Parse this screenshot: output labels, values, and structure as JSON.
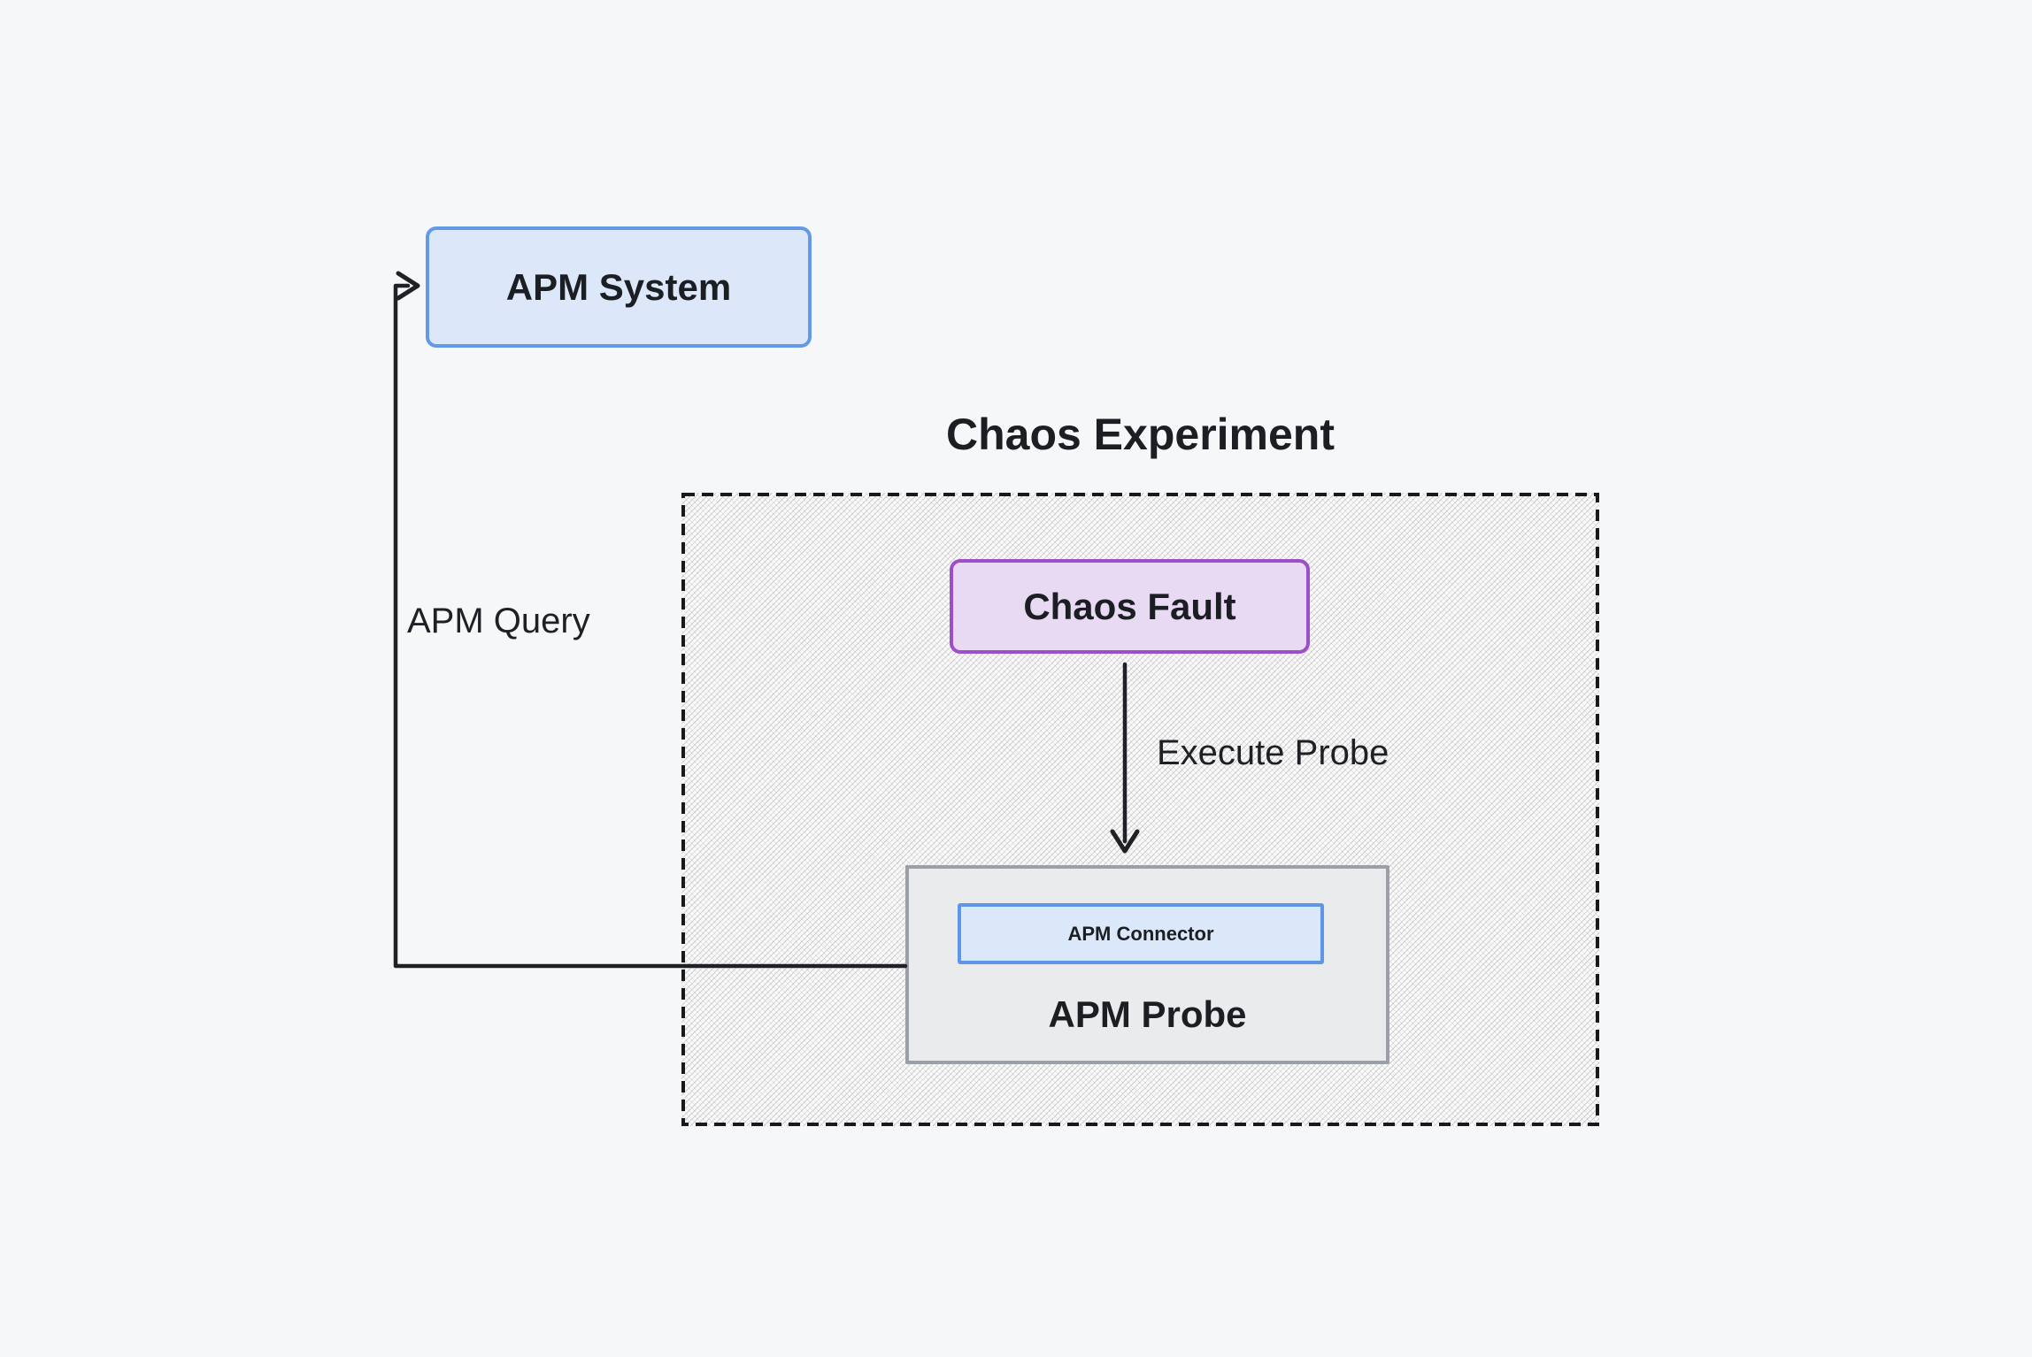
{
  "canvas": {
    "background": "#f6f7f9",
    "text_color": "#1b1e23"
  },
  "group": {
    "title": "Chaos Experiment",
    "border_color": "#17191d",
    "hatch_color": "#c9c9c9"
  },
  "nodes": {
    "apm_system": {
      "label": "APM System",
      "fill": "#dce8f9",
      "border": "#6499e8"
    },
    "chaos_fault": {
      "label": "Chaos Fault",
      "fill": "#e9daf3",
      "border": "#9d4ec9"
    },
    "apm_probe": {
      "label": "APM Probe",
      "fill": "#eaebed",
      "border": "#9ba0a8"
    },
    "apm_connector": {
      "label": "APM Connector",
      "fill": "#dbe8fa",
      "border": "#5e97e8"
    }
  },
  "edges": {
    "color": "#1e2126",
    "apm_query": {
      "label": "APM Query"
    },
    "execute_probe": {
      "label": "Execute Probe"
    }
  }
}
